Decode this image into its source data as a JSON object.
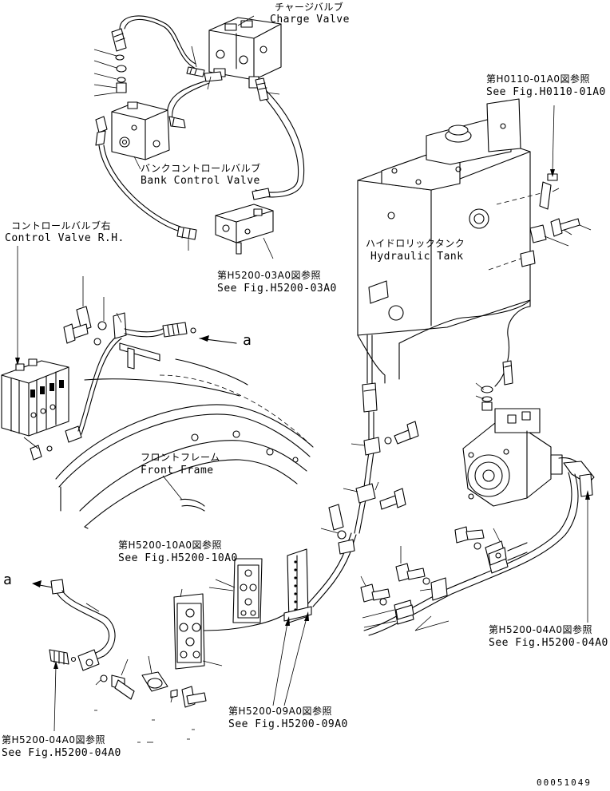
{
  "labels": {
    "charge_valve_jp": "チャージバルブ",
    "charge_valve_en": "Charge Valve",
    "bank_control_valve_jp": "バンクコントロールバルブ",
    "bank_control_valve_en": "Bank Control Valve",
    "control_valve_rh_jp": "コントロールバルブ右",
    "control_valve_rh_en": "Control Valve R.H.",
    "hydraulic_tank_jp": "ハイドロリックタンク",
    "hydraulic_tank_en": "Hydraulic Tank",
    "front_frame_jp": "フロントフレーム",
    "front_frame_en": "Front Frame",
    "ref_h0110_jp": "第H0110-01A0図参照",
    "ref_h0110_en": "See Fig.H0110-01A0",
    "ref_h5200_03_jp": "第H5200-03A0図参照",
    "ref_h5200_03_en": "See Fig.H5200-03A0",
    "ref_h5200_10_jp": "第H5200-10A0図参照",
    "ref_h5200_10_en": "See Fig.H5200-10A0",
    "ref_h5200_04_right_jp": "第H5200-04A0図参照",
    "ref_h5200_04_right_en": "See Fig.H5200-04A0",
    "ref_h5200_09_jp": "第H5200-09A0図参照",
    "ref_h5200_09_en": "See Fig.H5200-09A0",
    "ref_h5200_04_left_jp": "第H5200-04A0図参照",
    "ref_h5200_04_left_en": "See Fig.H5200-04A0",
    "connector_a_top": "a",
    "connector_a_bottom": "a",
    "drawing_number": "00051049"
  }
}
